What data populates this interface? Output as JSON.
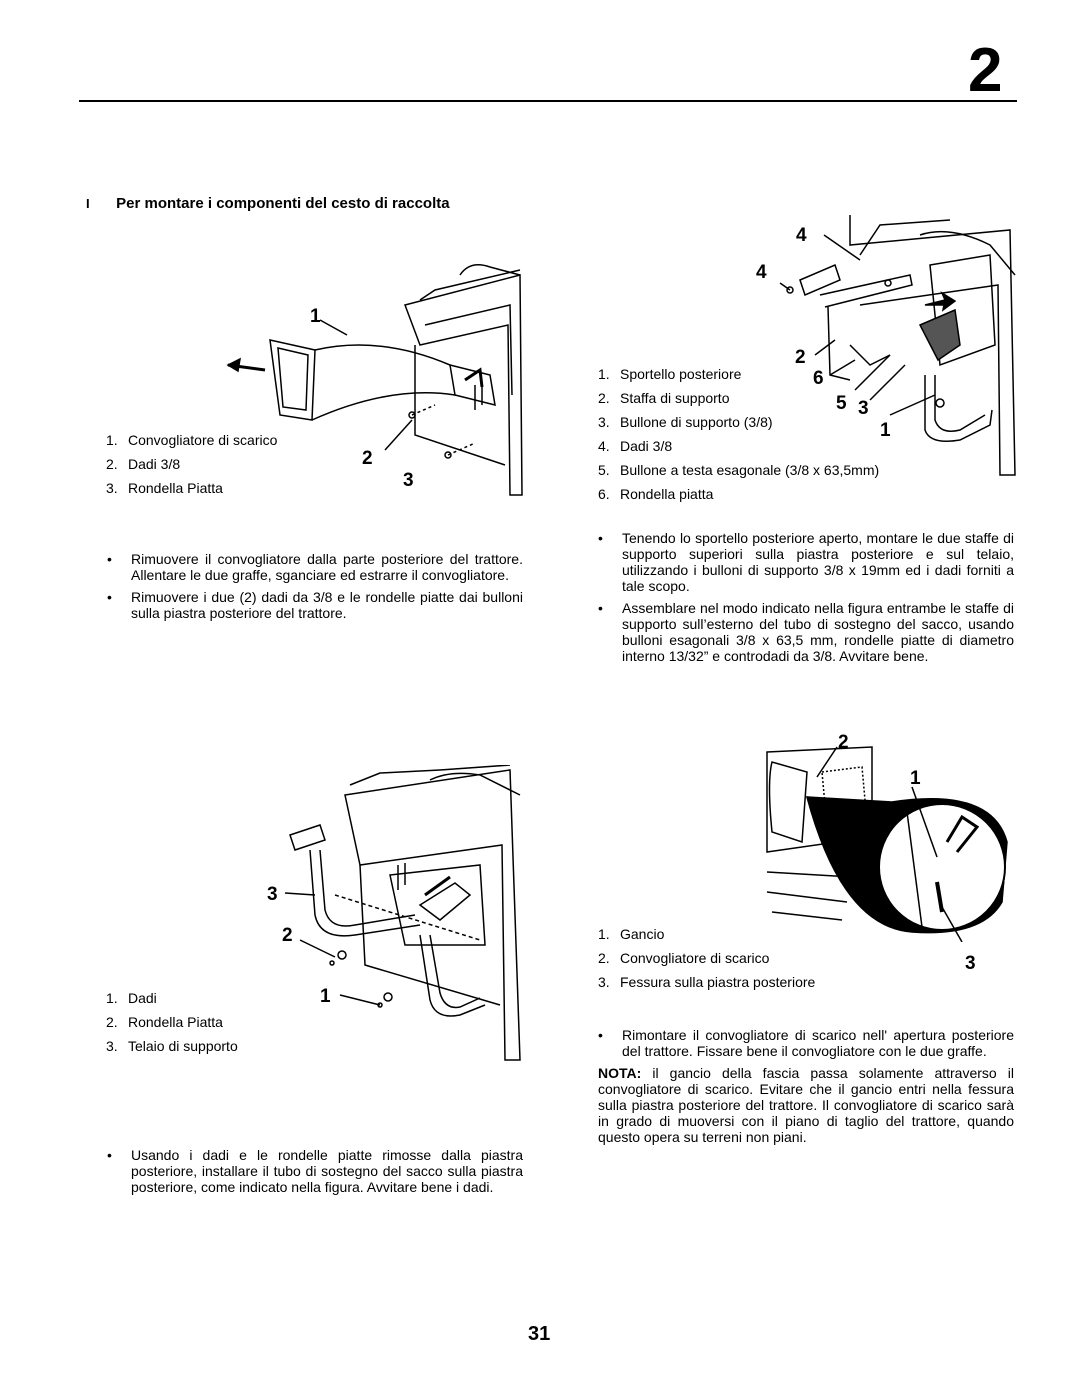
{
  "header": {
    "chapter_number": "2"
  },
  "section": {
    "language_marker": "I",
    "title": "Per montare i componenti del cesto di raccolta"
  },
  "figure1": {
    "callouts": [
      "1",
      "2",
      "3"
    ],
    "legend": [
      {
        "n": "1.",
        "text": "Convogliatore di scarico"
      },
      {
        "n": "2.",
        "text": "Dadi 3/8"
      },
      {
        "n": "3.",
        "text": "Rondella Piatta"
      }
    ],
    "bullets": [
      "Rimuovere il convogliatore dalla parte posteriore del trattore. Allentare le due graffe, sganciare ed estrarre il convogliatore.",
      "Rimuovere i due (2) dadi da 3/8 e le rondelle piatte dai bulloni sulla piastra posteriore del trattore."
    ]
  },
  "figure2": {
    "callouts": [
      "4",
      "4",
      "2",
      "6",
      "5",
      "3",
      "1"
    ],
    "legend": [
      {
        "n": "1.",
        "text": "Sportello posteriore"
      },
      {
        "n": "2.",
        "text": "Staffa di supporto"
      },
      {
        "n": "3.",
        "text": "Bullone di supporto (3/8)"
      },
      {
        "n": "4.",
        "text": "Dadi 3/8"
      },
      {
        "n": "5.",
        "text": "Bullone a testa esagonale (3/8 x 63,5mm)"
      },
      {
        "n": "6.",
        "text": "Rondella piatta"
      }
    ],
    "bullets": [
      "Tenendo lo sportello posteriore aperto, montare le due staffe di supporto superiori sulla piastra posteriore e sul telaio, utilizzando i bulloni di supporto 3/8 x 19mm ed i dadi forniti a tale scopo.",
      "Assemblare nel modo indicato nella figura entrambe le staffe di supporto sull’esterno del tubo di sostegno del sacco, usando bulloni esagonali 3/8 x 63,5 mm, rondelle piatte di diametro interno 13/32” e controdadi da 3/8. Avvitare bene."
    ]
  },
  "figure3": {
    "callouts": [
      "3",
      "2",
      "1"
    ],
    "legend": [
      {
        "n": "1.",
        "text": "Dadi"
      },
      {
        "n": "2.",
        "text": "Rondella Piatta"
      },
      {
        "n": "3.",
        "text": "Telaio di supporto"
      }
    ],
    "bullets": [
      "Usando i dadi e le rondelle piatte rimosse dalla piastra posteriore, installare il tubo di sostegno del sacco sulla piastra posteriore, come indicato nella figura. Avvitare bene i dadi."
    ]
  },
  "figure4": {
    "callouts": [
      "2",
      "1",
      "3"
    ],
    "legend": [
      {
        "n": "1.",
        "text": "Gancio"
      },
      {
        "n": "2.",
        "text": "Convogliatore di scarico"
      },
      {
        "n": "3.",
        "text": "Fessura sulla piastra posteriore"
      }
    ],
    "bullets": [
      "Rimontare il convogliatore di scarico nell' apertura posteriore del trattore. Fissare bene il convogliatore con le due graffe."
    ],
    "note_label": "NOTA:",
    "note_text": " il gancio della fascia passa solamente attraverso il convogliatore di scarico. Evitare che il gancio entri nella fessura sulla piastra posteriore del trattore. Il convogliatore di scarico sarà in grado di muoversi con il piano di taglio del trattore, quando questo opera su terreni non piani."
  },
  "footer": {
    "page_number": "31"
  }
}
